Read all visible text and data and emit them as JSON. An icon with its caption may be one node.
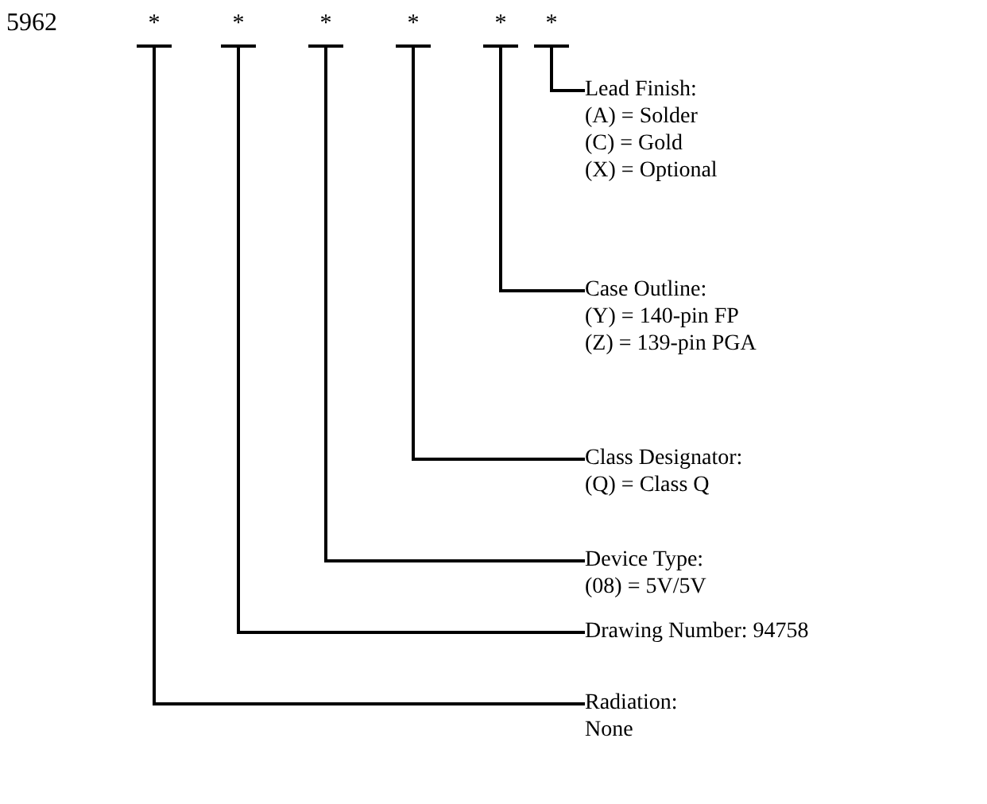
{
  "diagram": {
    "nodes": [
      {
        "text": [
          "*"
        ]
      },
      {
        "text": [
          "*"
        ]
      },
      {
        "text": [
          "*"
        ]
      },
      {
        "text": [
          "*"
        ]
      },
      {
        "text": [
          "*"
        ]
      },
      {
        "text": [
          "*"
        ]
      },
      {
        "text": [
          "Lead Finish:",
          "(A) = Solder",
          "(C) = Gold",
          "(X) = Optional"
        ]
      },
      {
        "text": [
          "Case Outline:",
          "(Y) = 140-pin FP",
          "(Z) = 139-pin PGA"
        ]
      },
      {
        "text": [
          "Class Designator:",
          "(Q) = Class Q"
        ]
      },
      {
        "text": [
          "Device Type:",
          "(08) = 5V/5V"
        ]
      },
      {
        "text": [
          "Drawing Number: 94758"
        ]
      },
      {
        "text": [
          "Radiation:",
          "None"
        ]
      }
    ],
    "edges": [
      {
        "from": 5,
        "to": 6,
        "arrow": "none"
      },
      {
        "from": 4,
        "to": 7,
        "arrow": "none"
      },
      {
        "from": 3,
        "to": 8,
        "arrow": "none"
      },
      {
        "from": 2,
        "to": 9,
        "arrow": "none"
      },
      {
        "from": 1,
        "to": 10,
        "arrow": "none"
      },
      {
        "from": 0,
        "to": 11,
        "arrow": "none"
      }
    ],
    "labels": [
      "5962"
    ]
  }
}
